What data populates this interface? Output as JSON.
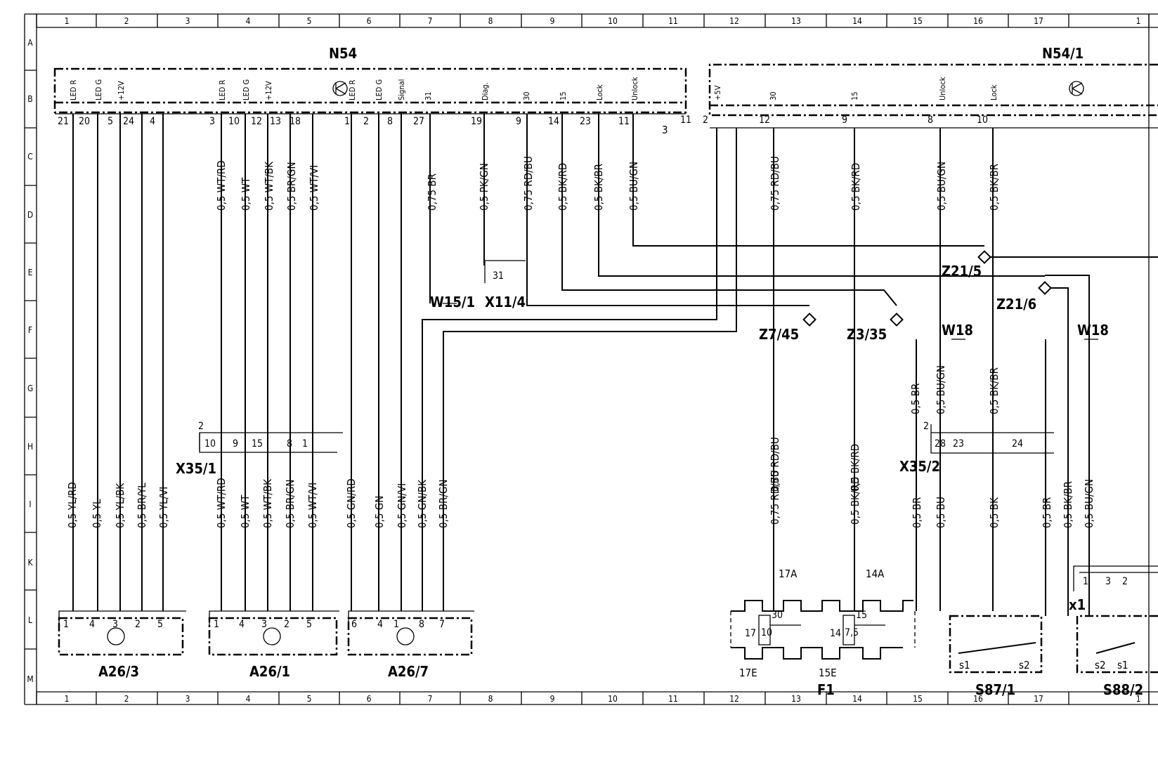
{
  "grid": {
    "columns": [
      "1",
      "2",
      "3",
      "4",
      "5",
      "6",
      "7",
      "8",
      "9",
      "10",
      "11",
      "12",
      "13",
      "14",
      "15",
      "16",
      "17",
      "1"
    ],
    "rows": [
      "A",
      "B",
      "C",
      "D",
      "E",
      "F",
      "G",
      "H",
      "I",
      "K",
      "L",
      "M"
    ]
  },
  "components": {
    "n54": "N54",
    "n54_1": "N54/1",
    "w15_1": "W15/1",
    "x11_4": "X11/4",
    "x11_4_pin": "31",
    "x35_1": "X35/1",
    "x35_2": "X35/2",
    "z21_5": "Z21/5",
    "z21_6": "Z21/6",
    "z7_45": "Z7/45",
    "z3_35": "Z3/35",
    "w18_a": "W18",
    "w18_b": "W18",
    "a26_3": "A26/3",
    "a26_1": "A26/1",
    "a26_7": "A26/7",
    "f1": "F1",
    "s87_1": "S87/1",
    "s88_2": "S88/2",
    "x1": "x1"
  },
  "n54_signals": [
    "LED R",
    "LED G",
    "+12V",
    "LED R",
    "LED G",
    "+12V",
    "LED R",
    "LED G",
    "Signal",
    "31",
    "Diag.",
    "30",
    "15",
    "Lock",
    "Unlock"
  ],
  "n54_pins": [
    "21",
    "20",
    "5",
    "24",
    "4",
    "3",
    "10",
    "12",
    "13",
    "18",
    "1",
    "2",
    "8",
    "27",
    "19",
    "9",
    "14",
    "23",
    "11"
  ],
  "n54_1_signals": [
    "+5V",
    "30",
    "15",
    "Unlock",
    "Lock"
  ],
  "n54_1_pins": [
    "3",
    "11",
    "2",
    "12",
    "9",
    "8",
    "10"
  ],
  "wire_top_labels": [
    "0,5 WT/RD",
    "0,5 WT",
    "0,5 WT/BK",
    "0,5 BR/GN",
    "0,5 WT/VI",
    "0,75 BR",
    "0,5 PK/GN",
    "0,75 RD/BU",
    "0,5 BK/RD",
    "0,5 BK/BR",
    "0,5 BU/GN",
    "0,75 RD/BU",
    "0,5 BK/RD",
    "0,5 BU/GN",
    "0,5 BK/BR"
  ],
  "wire_bottom_labels": [
    "0,5 YL/RD",
    "0,5 YL",
    "0,5 YL/BK",
    "0,5 BR/YL",
    "0,5 YL/VI",
    "0,5 WT/RD",
    "0,5 WT",
    "0,5 WT/BK",
    "0,5 BR/GN",
    "0,5 WT/VI",
    "0,5 GN/RD",
    "0,5 GN",
    "0,5 GN/VI",
    "0,5 GN/BK",
    "0,5 BR/GN",
    "0,75 RD/BU",
    "0,5 BK/RD",
    "0,5 BR",
    "0,5 BU",
    "0,5 BK",
    "0,5 BR",
    "0,5 BK/BR",
    "0,5 BU/GN"
  ],
  "wire_mid_labels": [
    "0,5 BR",
    "0,5 BU/GN",
    "0,5 BK/BR",
    "0,75 RD/BU",
    "0,5 BK/RD"
  ],
  "x35_1_pins": [
    "2",
    "10",
    "9",
    "15",
    "8",
    "1"
  ],
  "x35_2_pins": [
    "2",
    "28",
    "23",
    "24"
  ],
  "x1_pins": [
    "1",
    "3",
    "2"
  ],
  "a26_3_pins": [
    "1",
    "4",
    "3",
    "2",
    "5"
  ],
  "a26_1_pins": [
    "1",
    "4",
    "3",
    "2",
    "5"
  ],
  "a26_7_pins": [
    "6",
    "4",
    "1",
    "8",
    "7"
  ],
  "f1_labels": [
    "17A",
    "14A",
    "17",
    "10",
    "30",
    "14",
    "7,5",
    "15",
    "17E",
    "15E"
  ],
  "switch_labels": [
    "s1",
    "s2",
    "s2",
    "s1"
  ]
}
